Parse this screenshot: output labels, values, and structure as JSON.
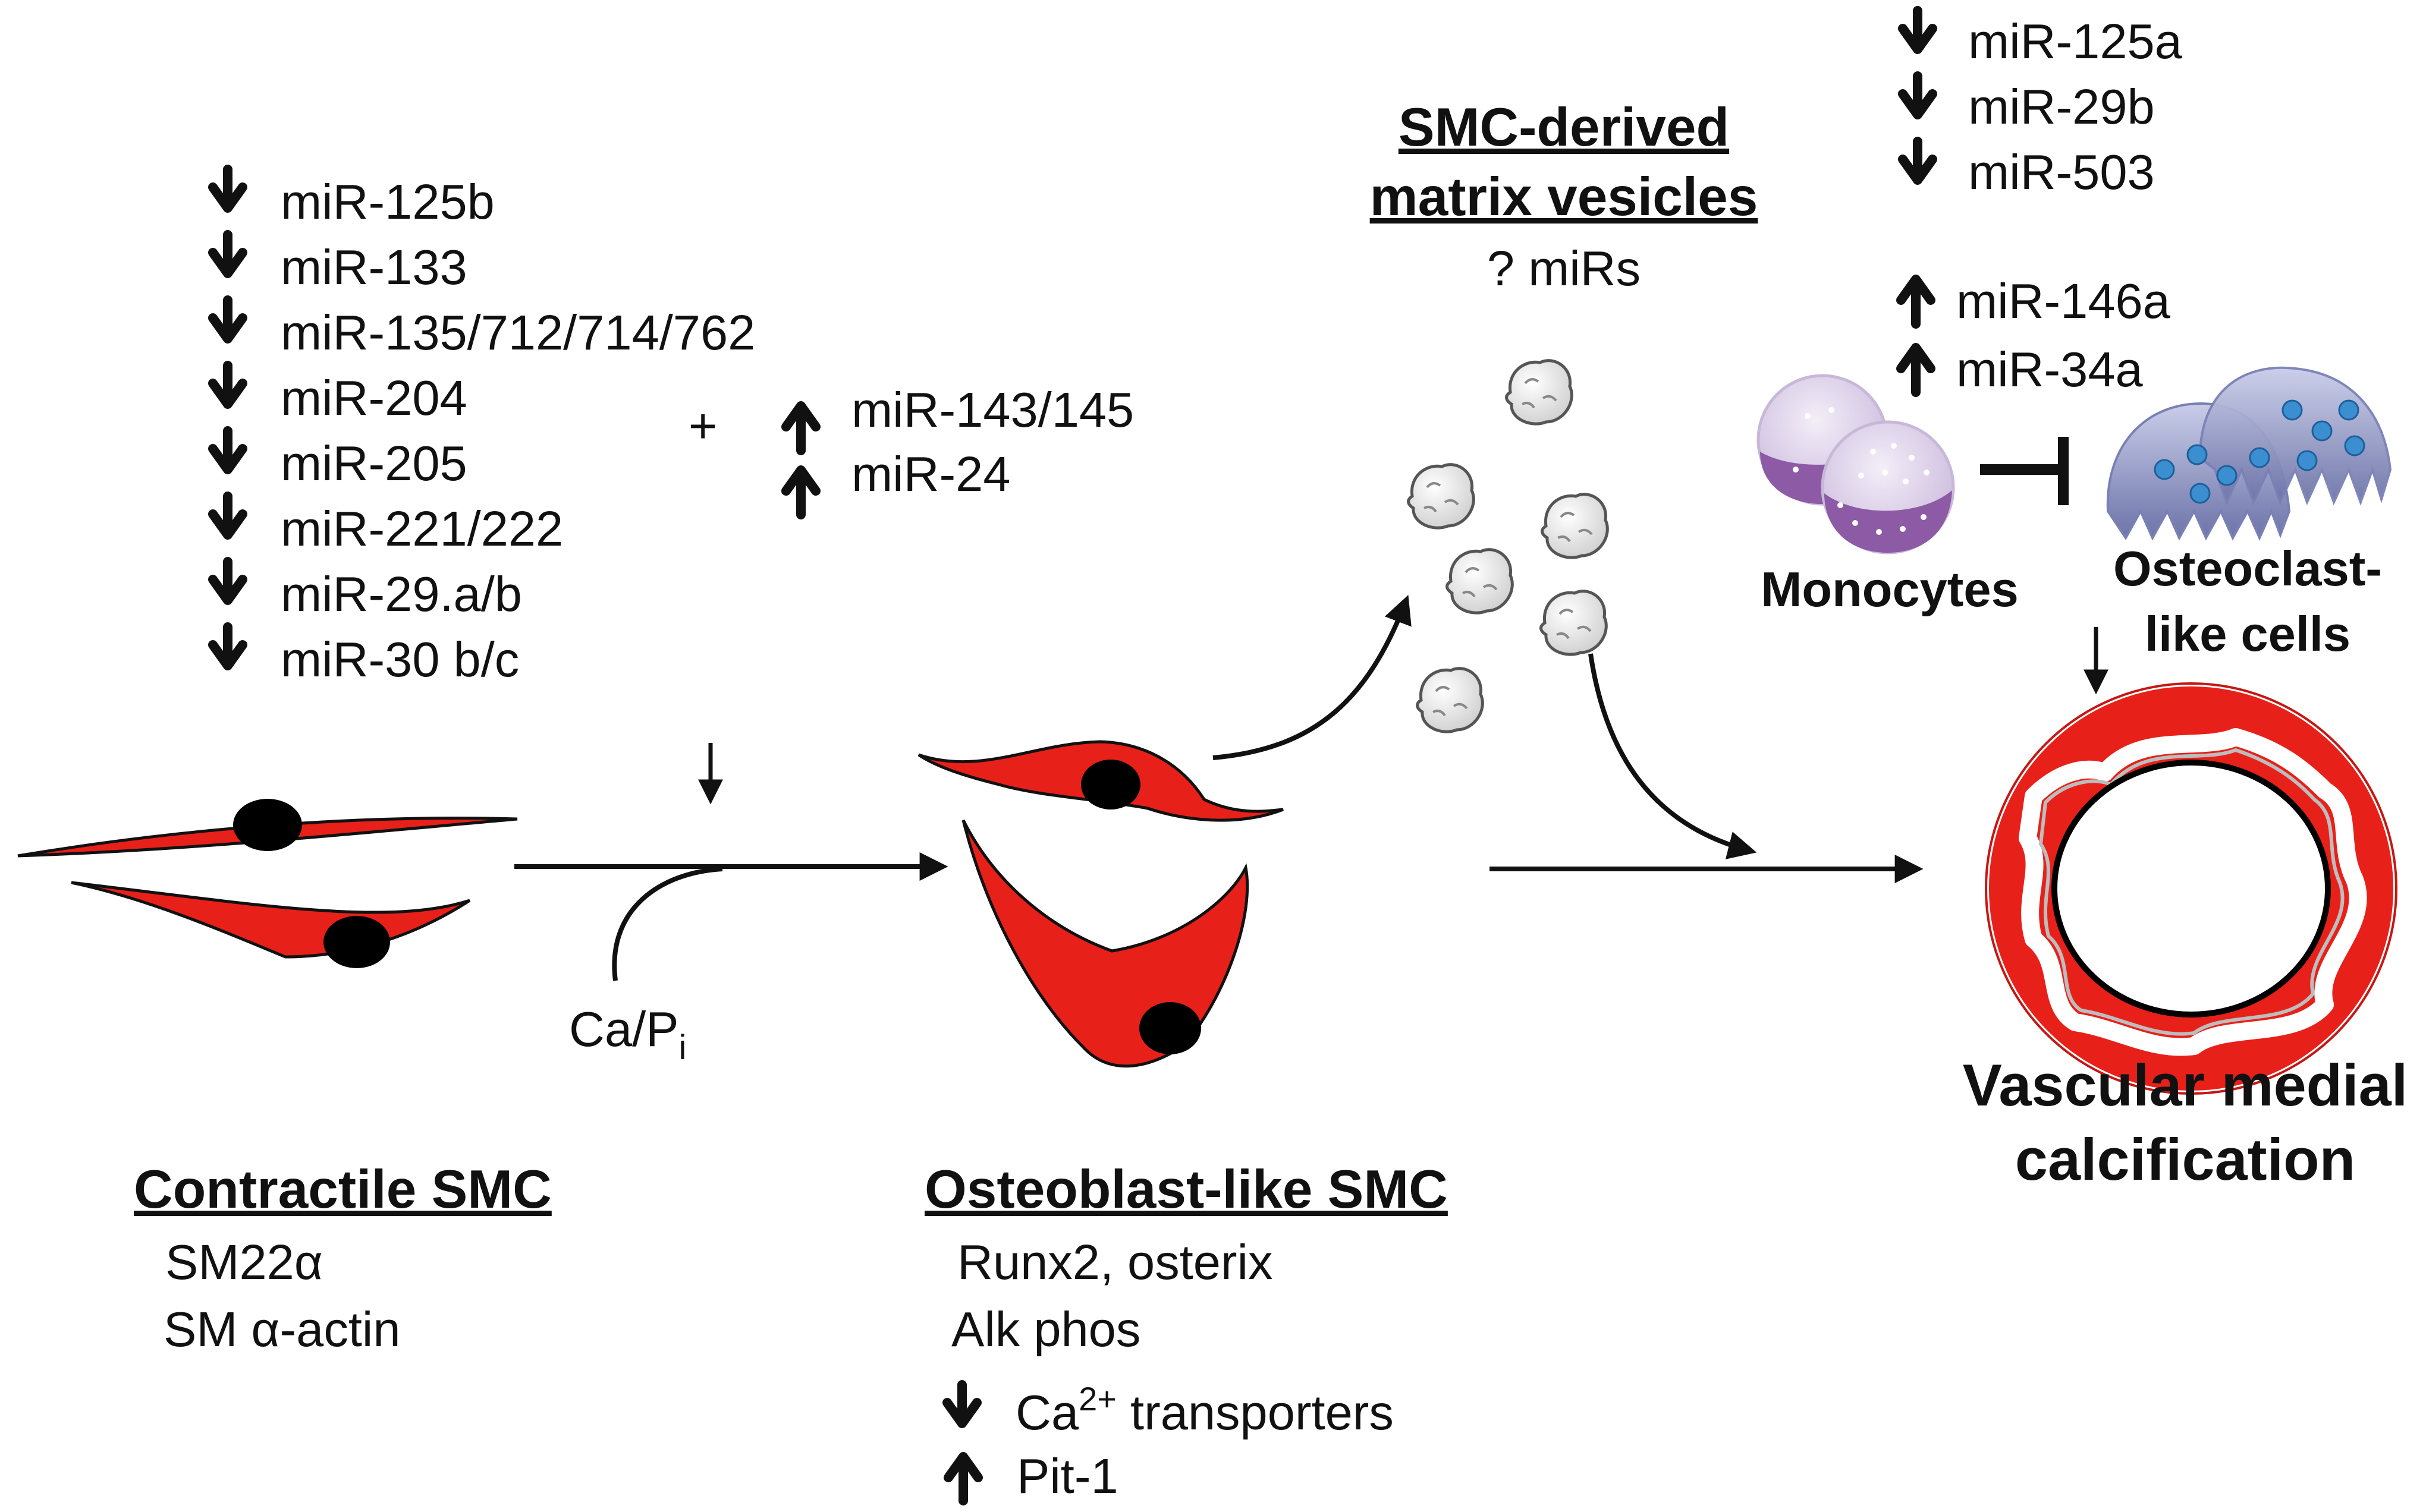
{
  "colors": {
    "smc_red": "#e8201a",
    "nucleus": "#000000",
    "vesicle_fill": "#e6e6e6",
    "monocyte_purple": "#8d5aa6",
    "osteoclast_blue": "#8a93c6",
    "osteoclast_nucleus": "#3b8fd1",
    "line": "#111111"
  },
  "icons": {
    "down": "down-arrow-icon",
    "up": "up-arrow-icon",
    "inhibit": "inhibition-bar-icon"
  },
  "down_mirs_smc": [
    "miR-125b",
    "miR-133",
    "miR-135/712/714/762",
    "miR-204",
    "miR-205",
    "miR-221/222",
    "miR-29.a/b",
    "miR-30 b/c"
  ],
  "plus_sign": "+",
  "up_mirs_smc": [
    "miR-143/145",
    "miR-24"
  ],
  "calcium_phosphate": {
    "base": "Ca/P",
    "subscript": "i"
  },
  "contractile_smc": {
    "title": "Contractile SMC",
    "markers": [
      "SM22α",
      "SM α-actin"
    ]
  },
  "osteoblast_smc": {
    "title": "Osteoblast-like SMC",
    "markers": [
      "Runx2, osterix",
      "Alk phos"
    ],
    "ca_transporters": {
      "base": "Ca",
      "superscript": "2+",
      "rest": " transporters"
    },
    "pit1": "Pit-1"
  },
  "matrix_vesicles": {
    "title_line1": "SMC-derived",
    "title_line2": "matrix vesicles",
    "subtitle": "? miRs"
  },
  "down_mirs_monocyte": [
    "miR-125a",
    "miR-29b",
    "miR-503"
  ],
  "up_mirs_monocyte": [
    "miR-146a",
    "miR-34a"
  ],
  "monocytes_label": "Monocytes",
  "osteoclast_label_line1": "Osteoclast-",
  "osteoclast_label_line2": "like cells",
  "outcome_line1": "Vascular medial",
  "outcome_line2": "calcification"
}
